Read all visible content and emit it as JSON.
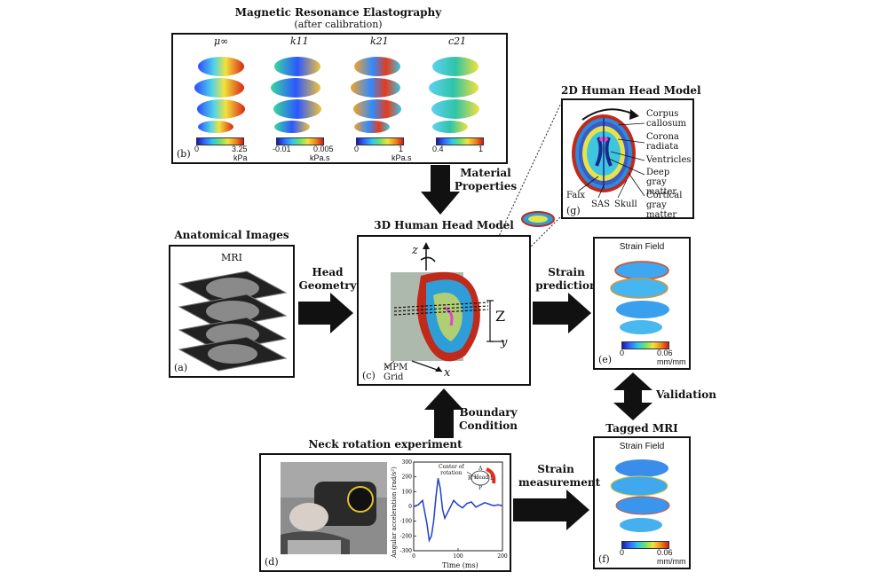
{
  "mre": {
    "title": "Magnetic Resonance Elastography",
    "subtitle": "(after calibration)",
    "tag": "(b)",
    "maps": [
      {
        "symbol": "μ∞",
        "min": "0",
        "max": "3.25",
        "unit": "kPa"
      },
      {
        "symbol": "k11",
        "min": "-0.01",
        "max": "0.005",
        "unit": "kPa.s"
      },
      {
        "symbol": "k21",
        "min": "0",
        "max": "1",
        "unit": "kPa.s"
      },
      {
        "symbol": "c21",
        "min": "0.4",
        "max": "1",
        "unit": ""
      }
    ]
  },
  "head2d": {
    "title": "2D Human Head Model",
    "tag": "(g)",
    "labels": {
      "corpus": "Corpus\ncallosum",
      "corona": "Corona\nradiata",
      "ventricles": "Ventricles",
      "deepgray": "Deep gray\nmatter",
      "cortical": "Cortical\ngray matter",
      "falx": "Falx",
      "sas": "SAS",
      "skull": "Skull"
    }
  },
  "anatomical": {
    "title": "Anatomical Images",
    "mri_label": "MRI",
    "tag": "(a)"
  },
  "head3d": {
    "title": "3D Human Head Model",
    "tag": "(c)",
    "mpm_grid": "MPM\nGrid",
    "axis_z": "z",
    "axis_Z": "Z",
    "axis_y": "y",
    "axis_x": "x"
  },
  "strain_e": {
    "title": "Strain Field",
    "min": "0",
    "max": "0.06",
    "unit": "mm/mm",
    "tag": "(e)"
  },
  "tagged": {
    "title": "Tagged MRI"
  },
  "strain_f": {
    "title": "Strain Field",
    "min": "0",
    "max": "0.06",
    "unit": "mm/mm",
    "tag": "(f)"
  },
  "neck": {
    "title": "Neck rotation experiment",
    "tag": "(d)",
    "plot": {
      "ylabel": "Angular acceleration (rad/s²)",
      "xlabel": "Time (ms)",
      "yticks": [
        "300",
        "200",
        "100",
        "0",
        "-100",
        "-200",
        "-300"
      ],
      "xticks": [
        "0",
        "100",
        "200"
      ],
      "inset": {
        "center": "Center of\nrotation",
        "head": "Head",
        "A": "A",
        "P": "P",
        "R": "R",
        "L": "L"
      }
    }
  },
  "arrows": {
    "material": "Material\nProperties",
    "head_geometry": "Head\nGeometry",
    "strain_prediction": "Strain\nprediction",
    "validation": "Validation",
    "boundary": "Boundary\nCondition",
    "strain_measurement": "Strain\nmeasurement"
  },
  "chart_data": {
    "type": "line",
    "title": "",
    "xlabel": "Time (ms)",
    "ylabel": "Angular acceleration (rad/s²)",
    "xlim": [
      0,
      200
    ],
    "ylim": [
      -300,
      300
    ],
    "series": [
      {
        "x": [
          0,
          10,
          20,
          30,
          35,
          40,
          45,
          50,
          55,
          60,
          65,
          70,
          80,
          90,
          100,
          110,
          120,
          130,
          140,
          150,
          160,
          170,
          180,
          190,
          200
        ],
        "values": [
          0,
          10,
          40,
          -120,
          -230,
          -200,
          -100,
          60,
          190,
          120,
          -20,
          -80,
          -20,
          40,
          10,
          -10,
          20,
          30,
          -5,
          10,
          25,
          15,
          5,
          10,
          5
        ]
      }
    ]
  }
}
